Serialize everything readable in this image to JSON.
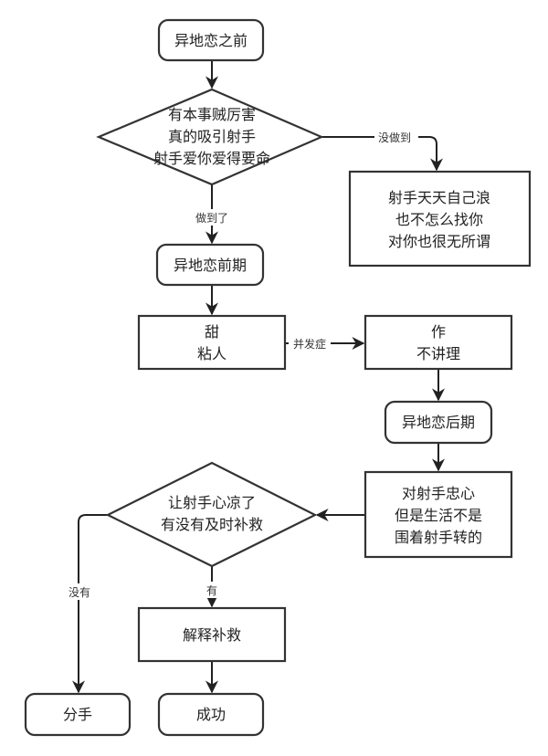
{
  "diagram": {
    "type": "flowchart",
    "nodes": {
      "start": {
        "shape": "rounded-rect",
        "lines": [
          "异地恋之前"
        ]
      },
      "decision1": {
        "shape": "diamond",
        "lines": [
          "有本事贼厉害",
          "真的吸引射手",
          "射手爱你爱得要命"
        ]
      },
      "fail1": {
        "shape": "rect",
        "lines": [
          "射手天天自己浪",
          "也不怎么找你",
          "对你也很无所谓"
        ]
      },
      "early": {
        "shape": "rounded-rect",
        "lines": [
          "异地恋前期"
        ]
      },
      "sweet": {
        "shape": "rect",
        "lines": [
          "甜",
          "粘人"
        ]
      },
      "clingy": {
        "shape": "rect",
        "lines": [
          "作",
          "不讲理"
        ]
      },
      "late": {
        "shape": "rounded-rect",
        "lines": [
          "异地恋后期"
        ]
      },
      "loyal": {
        "shape": "rect",
        "lines": [
          "对射手忠心",
          "但是生活不是",
          "围着射手转的"
        ]
      },
      "decision2": {
        "shape": "diamond",
        "lines": [
          "让射手心凉了",
          "有没有及时补救"
        ]
      },
      "remedy": {
        "shape": "rect",
        "lines": [
          "解释补救"
        ]
      },
      "breakup": {
        "shape": "rounded-rect",
        "lines": [
          "分手"
        ]
      },
      "success": {
        "shape": "rounded-rect",
        "lines": [
          "成功"
        ]
      }
    },
    "edges": [
      {
        "from": "start",
        "to": "decision1",
        "label": ""
      },
      {
        "from": "decision1",
        "to": "fail1",
        "label": "没做到"
      },
      {
        "from": "decision1",
        "to": "early",
        "label": "做到了"
      },
      {
        "from": "early",
        "to": "sweet",
        "label": ""
      },
      {
        "from": "sweet",
        "to": "clingy",
        "label": "并发症"
      },
      {
        "from": "clingy",
        "to": "late",
        "label": ""
      },
      {
        "from": "late",
        "to": "loyal",
        "label": ""
      },
      {
        "from": "loyal",
        "to": "decision2",
        "label": ""
      },
      {
        "from": "decision2",
        "to": "remedy",
        "label": "有"
      },
      {
        "from": "decision2",
        "to": "breakup",
        "label": "没有"
      },
      {
        "from": "remedy",
        "to": "success",
        "label": ""
      }
    ]
  }
}
